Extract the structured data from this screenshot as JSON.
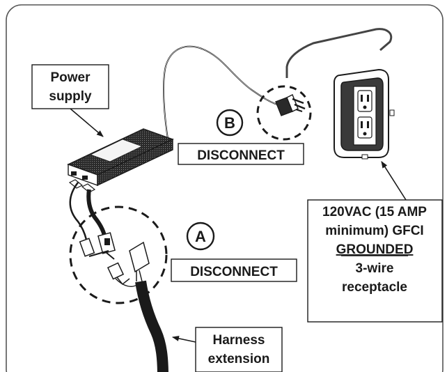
{
  "labels": {
    "power_supply_line1": "Power",
    "power_supply_line2": "supply",
    "marker_b": "B",
    "marker_a": "A",
    "disconnect_b": "DISCONNECT",
    "disconnect_a": "DISCONNECT",
    "receptacle_line1": "120VAC (15 AMP",
    "receptacle_line2": "minimum) GFCI",
    "receptacle_line3": "GROUNDED",
    "receptacle_line4": "3-wire",
    "receptacle_line5": "receptacle",
    "harness_line1": "Harness",
    "harness_line2": "extension"
  },
  "colors": {
    "line": "#1a1a1a",
    "frame": "#555555",
    "background": "#ffffff",
    "device_grey": "#3a3a3a"
  }
}
